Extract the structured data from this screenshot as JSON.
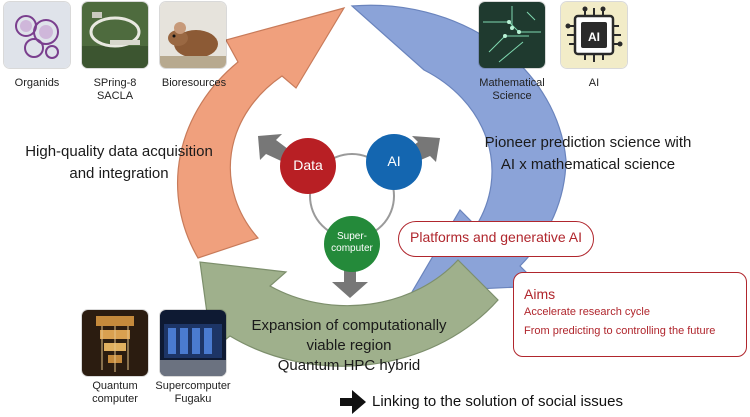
{
  "colors": {
    "orange": "#f0a07d",
    "blue": "#8ba3d8",
    "green": "#9fb08c",
    "data_node": "#b81f24",
    "ai_node": "#1466b0",
    "super_node": "#248a3a",
    "arrow_gray": "#777777",
    "aims_red": "#b0262d"
  },
  "thumbnails": [
    {
      "name": "organids",
      "label": "Organids",
      "icon": "organoid-image"
    },
    {
      "name": "spring8",
      "label": "SPring-8\nSACLA",
      "icon": "synchrotron-aerial-image"
    },
    {
      "name": "bioresources",
      "label": "Bioresources",
      "icon": "mouse-image"
    },
    {
      "name": "math",
      "label": "Mathematical\nScience",
      "icon": "circuit-board-image"
    },
    {
      "name": "ai",
      "label": "AI",
      "icon": "ai-chip-icon"
    },
    {
      "name": "quantum",
      "label": "Quantum\ncomputer",
      "icon": "quantum-computer-image"
    },
    {
      "name": "fugaku",
      "label": "Supercomputer\nFugaku",
      "icon": "supercomputer-image"
    }
  ],
  "chip_text": "AI",
  "left_text": "High-quality data acquisition\nand integration",
  "right_text": "Pioneer prediction science with\nAI x mathematical science",
  "bottom_text": "Expansion of computationally\nviable region\nQuantum HPC hybrid",
  "nodes": {
    "data": "Data",
    "ai": "AI",
    "supercomputer": "Super-\ncomputer"
  },
  "platforms": "Platforms and generative AI",
  "aims": {
    "title": "Aims",
    "items": [
      "Accelerate research cycle",
      "From predicting to controlling the future"
    ]
  },
  "footer": "Linking to the solution of social issues"
}
